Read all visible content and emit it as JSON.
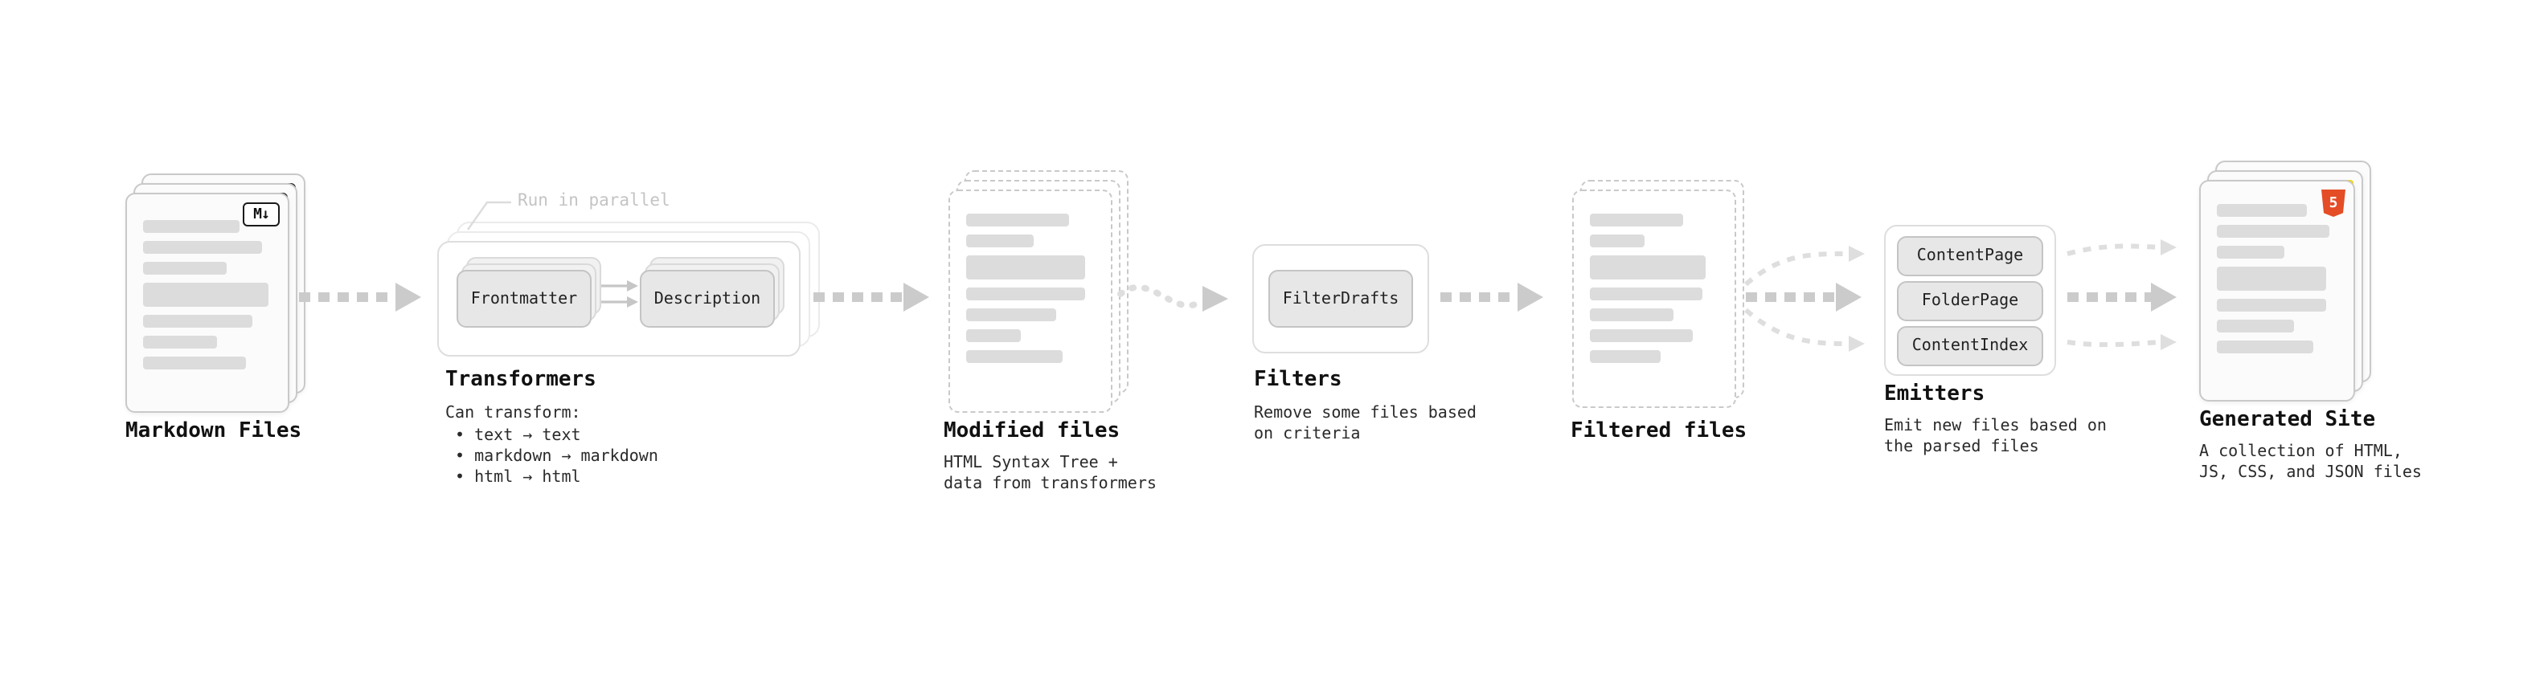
{
  "diagram": {
    "markdown_files": {
      "label": "Markdown Files",
      "icon": "M↓"
    },
    "transformers": {
      "label": "Transformers",
      "note": "Run in parallel",
      "boxes": [
        "Frontmatter",
        "Description"
      ],
      "sub_title": "Can transform:",
      "bullets": [
        "• text → text",
        "• markdown → markdown",
        "• html → html"
      ]
    },
    "modified_files": {
      "label": "Modified files",
      "sub": "HTML Syntax Tree +\ndata from transformers"
    },
    "filters": {
      "label": "Filters",
      "boxes": [
        "FilterDrafts"
      ],
      "sub": "Remove some files based\non criteria"
    },
    "filtered_files": {
      "label": "Filtered files"
    },
    "emitters": {
      "label": "Emitters",
      "boxes": [
        "ContentPage",
        "FolderPage",
        "ContentIndex"
      ],
      "sub": "Emit new files based on\nthe parsed files"
    },
    "generated_site": {
      "label": "Generated Site",
      "sub": "A collection of HTML,\nJS, CSS, and JSON files",
      "html5_icon_text": "5"
    },
    "colors": {
      "arrow": "#cbcbcb",
      "arrow_light": "#dedede",
      "card_border": "#c9c9c9",
      "placeholder_bar": "#dcdcdc",
      "html5_orange": "#e44d26",
      "js_yellow": "#f5d90a",
      "json_blue": "#4a86e8"
    }
  }
}
